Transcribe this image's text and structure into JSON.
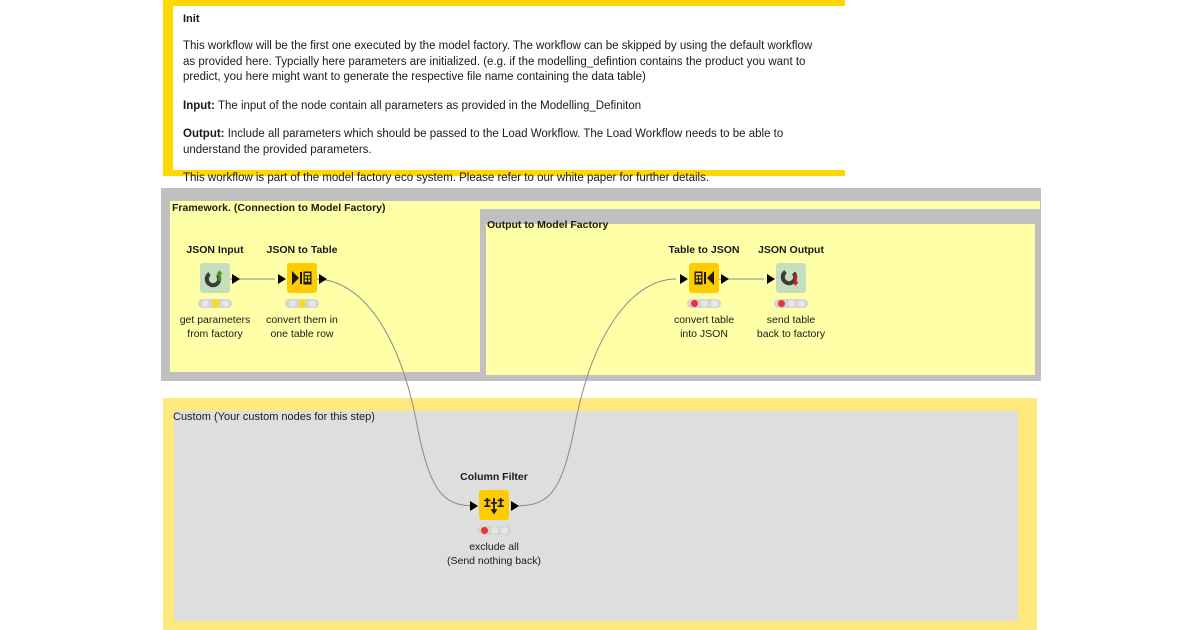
{
  "annotation": {
    "title": "Init",
    "paragraphs": [
      "This workflow will be the first one executed by the model factory. The workflow can be skipped by using the default workflow as provided here. Typcially here parameters are initialized. (e.g. if the modelling_defintion contains the product you want to predict, you here might want to generate the respective file name containing the data table)",
      "The input of the node contain all parameters as provided in the Modelling_Definiton",
      "Include all parameters which should be passed to the Load Workflow. The Load Workflow needs to be able to understand the provided parameters.",
      "This workflow is part of the model factory eco system. Please refer to our white paper for further details."
    ],
    "input_label": "Input:",
    "output_label": "Output:",
    "border_color": "#ffd800",
    "background_color": "#ffffff"
  },
  "groups": {
    "framework": {
      "title": "Framework. (Connection to Model Factory)",
      "frame_color": "#c0c0c0",
      "body_color": "#ffffa8"
    },
    "output": {
      "title": "Output to Model Factory",
      "frame_color": "#c0c0c0",
      "body_color": "#ffffa8"
    },
    "custom": {
      "title": "Custom (Your custom nodes for this step)",
      "frame_color": "#ffe87c",
      "body_color": "#dedede"
    }
  },
  "nodes": [
    {
      "name": "JSON Input",
      "icon": "json-input-icon",
      "icon_style": "green",
      "description_lines": [
        "get parameters",
        "from factory"
      ],
      "status": "yellow",
      "leds": [
        "off",
        "yellow",
        "off"
      ],
      "has_input_port": false,
      "has_output_port": true
    },
    {
      "name": "JSON to Table",
      "icon": "json-to-table-icon",
      "icon_style": "yellow",
      "description_lines": [
        "convert them in",
        "one table row"
      ],
      "status": "yellow",
      "leds": [
        "off",
        "yellow",
        "off"
      ],
      "has_input_port": true,
      "has_output_port": true
    },
    {
      "name": "Table to JSON",
      "icon": "table-to-json-icon",
      "icon_style": "yellow",
      "description_lines": [
        "convert table",
        "into JSON"
      ],
      "status": "red",
      "leds": [
        "red",
        "off",
        "off"
      ],
      "has_input_port": true,
      "has_output_port": true
    },
    {
      "name": "JSON Output",
      "icon": "json-output-icon",
      "icon_style": "green",
      "description_lines": [
        "send table",
        "back to factory"
      ],
      "status": "red",
      "leds": [
        "red",
        "off",
        "off"
      ],
      "has_input_port": true,
      "has_output_port": false
    },
    {
      "name": "Column Filter",
      "icon": "column-filter-icon",
      "icon_style": "yellow",
      "description_lines": [
        "exclude all",
        "(Send nothing back)"
      ],
      "status": "red",
      "leds": [
        "red",
        "off",
        "off"
      ],
      "has_input_port": true,
      "has_output_port": true
    }
  ],
  "colors": {
    "node_yellow": "#ffcc00",
    "node_green": "#c5debb",
    "wire": "#8a8a8a",
    "canvas": "#ffffff"
  }
}
